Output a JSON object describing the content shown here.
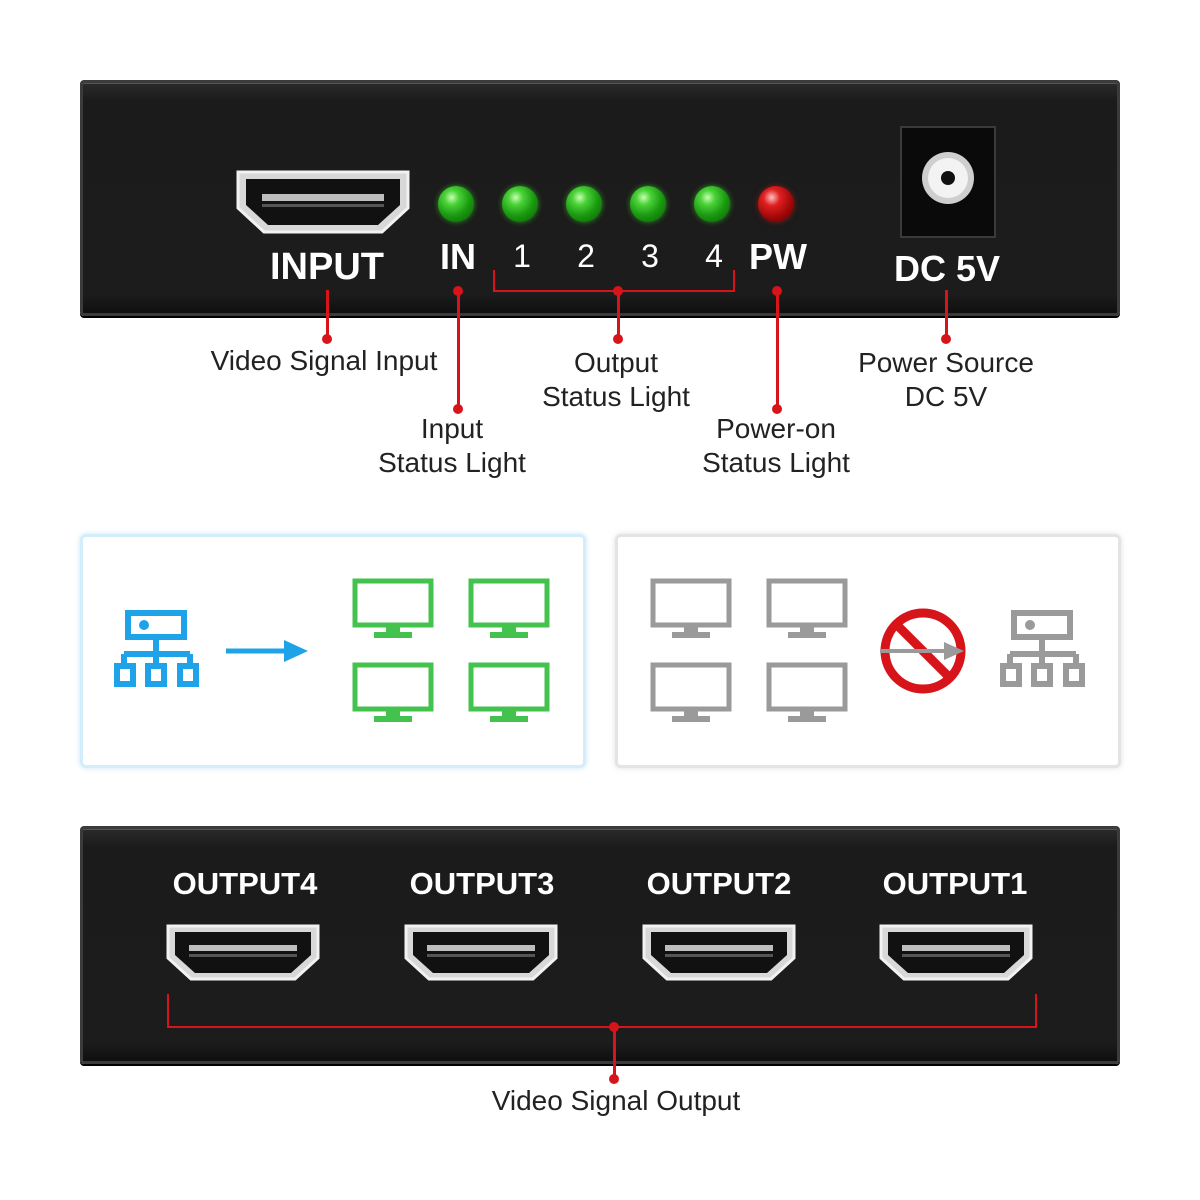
{
  "top_panel": {
    "input_label": "INPUT",
    "in_label": "IN",
    "output_numbers": [
      "1",
      "2",
      "3",
      "4"
    ],
    "pw_label": "PW",
    "dc_label": "DC 5V"
  },
  "callouts": {
    "video_signal_input": "Video Signal Input",
    "input_status": [
      "Input",
      "Status Light"
    ],
    "output_status": [
      "Output",
      "Status Light"
    ],
    "power_on_status": [
      "Power-on",
      "Status Light"
    ],
    "power_source": [
      "Power Source",
      "DC 5V"
    ],
    "video_signal_output": "Video Signal Output"
  },
  "bottom_panel": {
    "outputs": [
      "OUTPUT4",
      "OUTPUT3",
      "OUTPUT2",
      "OUTPUT1"
    ]
  },
  "colors": {
    "callout_red": "#d7141a",
    "led_green": "#2fb81f",
    "led_red": "#d01818",
    "source_blue": "#1ea3e8",
    "monitor_green": "#44c24e",
    "inactive_gray": "#9a9a9a",
    "prohibit_red": "#d7141a"
  },
  "icons": {
    "source": "network-hub-icon",
    "arrow": "arrow-right-icon",
    "monitor": "monitor-icon",
    "prohibit": "no-entry-icon"
  }
}
